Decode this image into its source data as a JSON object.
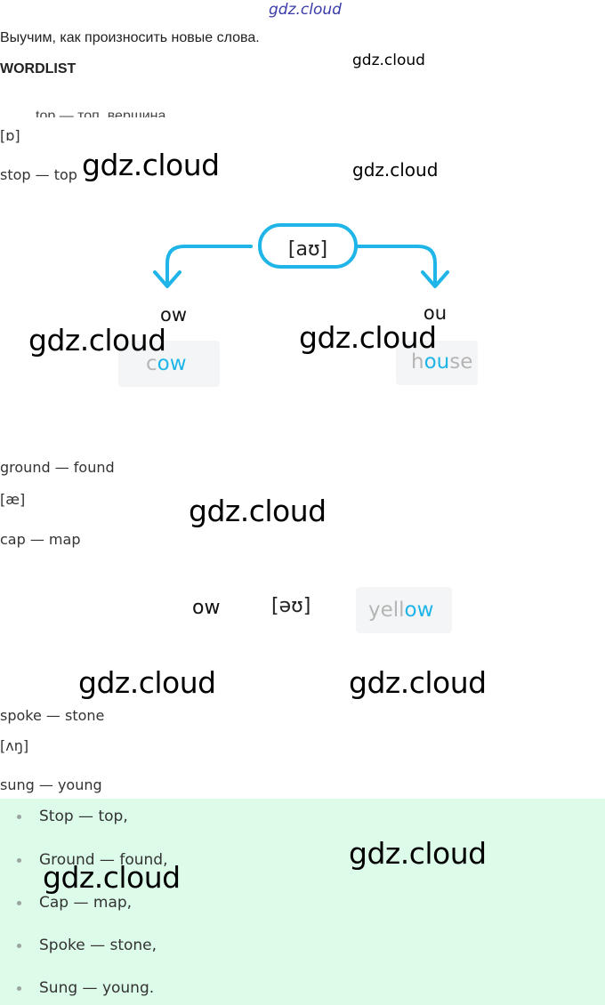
{
  "watermark": "gdz.cloud",
  "intro": "Выучим, как произносить новые слова.",
  "heading": "WORDLIST",
  "cut_line": "top — топ, вершина",
  "block1": {
    "phonetic": "[ɒ]",
    "pair": "stop — top"
  },
  "diagram_au": {
    "ipa": "[aʊ]",
    "left_spelling": "ow",
    "right_spelling": "ou",
    "left_card": {
      "pre": "c",
      "hl": "ow",
      "post": ""
    },
    "right_card": {
      "pre": "h",
      "hl": "ou",
      "post": "se"
    },
    "accent_color": "#1fb5e8"
  },
  "block2": {
    "pair1": "ground — found",
    "phonetic": "[æ]",
    "pair2": "cap — map"
  },
  "diagram_ou": {
    "spelling": "ow",
    "ipa": "[əʊ]",
    "card": {
      "pre": "yell",
      "hl": "ow",
      "post": ""
    }
  },
  "block3": {
    "pair1": "spoke — stone",
    "phonetic": "[ʌŋ]",
    "pair2": "sung — young"
  },
  "answers": [
    "Stop — top,",
    "Ground — found,",
    "Cap — map,",
    "Spoke — stone,",
    "Sung — young."
  ],
  "colors": {
    "answer_bg": "#dcfbe9",
    "card_bg": "#f4f5f6"
  }
}
